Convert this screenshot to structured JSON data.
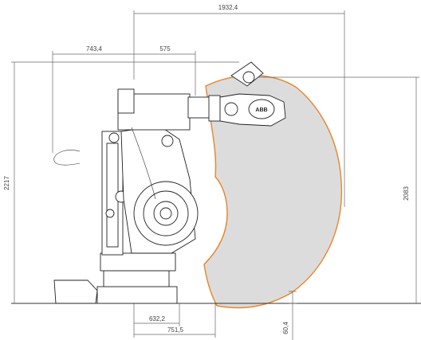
{
  "dimensions": {
    "top_reach": "1932,4",
    "arm_left": "743,4",
    "arm_right": "575",
    "total_height": "2217",
    "reach_height": "2083",
    "base_front": "632,2",
    "base_rear": "751,5",
    "floor_offset": "60,4"
  },
  "colors": {
    "envelope_fill": "#dcdcdc",
    "envelope_stroke": "#e8852a",
    "line": "#222222",
    "dimension": "#666666"
  },
  "logo": "ABB"
}
